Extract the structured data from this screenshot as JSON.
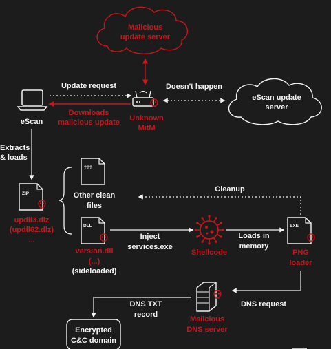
{
  "colors": {
    "background": "#1c1c1c",
    "foreground": "#f2f2f2",
    "accent": "#c8161d"
  },
  "nodes": {
    "malicious_server": [
      "Malicious",
      "update server"
    ],
    "escan_server": [
      "eScan update",
      "server"
    ],
    "escan_client": "eScan",
    "mitm": [
      "Unknown",
      "MitM"
    ],
    "zip_file": [
      "updll3.dlz",
      "(updll62.dlz)",
      "..."
    ],
    "other_files": [
      "Other clean",
      "files"
    ],
    "version_dll": [
      "version.dll",
      "(...)"
    ],
    "sideloaded": "(sideloaded)",
    "shellcode": "Shellcode",
    "png_loader": [
      "PNG",
      "loader"
    ],
    "dns_server": [
      "Malicious",
      "DNS server"
    ],
    "cc_domain": [
      "Encrypted",
      "C&C domain"
    ]
  },
  "icon_labels": {
    "zip": "ZIP",
    "unknown": "???",
    "dll": "DLL",
    "exe": "EXE"
  },
  "edges": {
    "update_request": "Update  request",
    "doesnt_happen": "Doesn't happen",
    "downloads": [
      "Downloads",
      "malicious update"
    ],
    "extracts": [
      "Extracts",
      "& loads"
    ],
    "cleanup": "Cleanup",
    "inject": [
      "Inject",
      "services.exe"
    ],
    "loads_in_memory": [
      "Loads in",
      "memory"
    ],
    "dns_request": "DNS request",
    "dns_txt": [
      "DNS TXT",
      "record"
    ]
  },
  "icons": [
    "cloud-icon",
    "laptop-icon",
    "router-icon",
    "skull-icon",
    "file-icon",
    "virus-icon",
    "server-icon",
    "arrow-icon"
  ]
}
